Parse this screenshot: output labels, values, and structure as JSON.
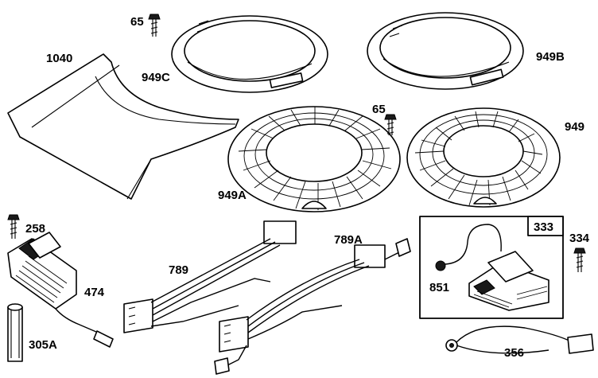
{
  "callouts": {
    "p1040": "1040",
    "p65a": "65",
    "p949c": "949C",
    "p949b": "949B",
    "p65b": "65",
    "p949": "949",
    "p949a": "949A",
    "p258": "258",
    "p474": "474",
    "p305a": "305A",
    "p789": "789",
    "p789a": "789A",
    "p333": "333",
    "p334": "334",
    "p851": "851",
    "p356": "356"
  }
}
